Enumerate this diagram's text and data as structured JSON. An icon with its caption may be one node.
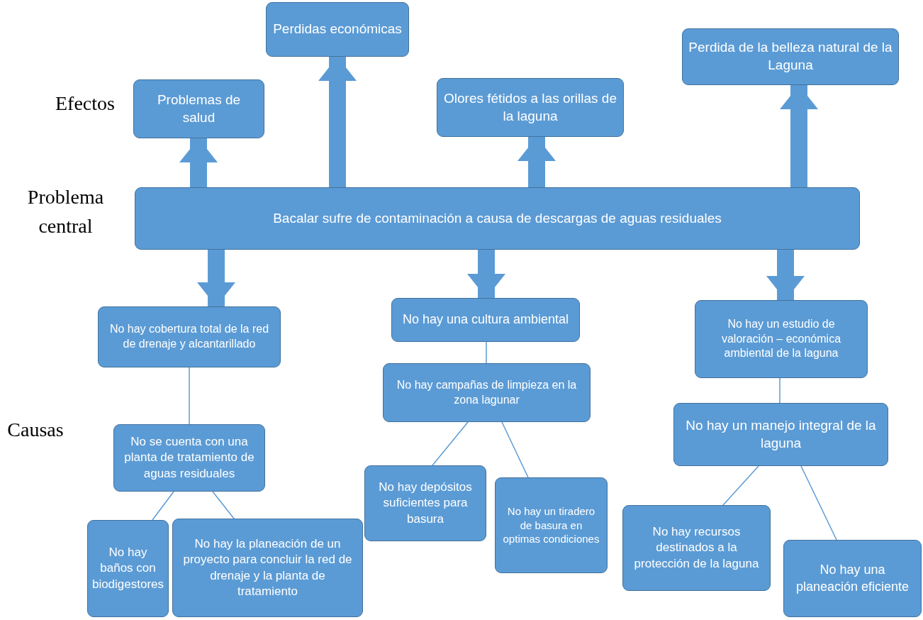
{
  "diagram": {
    "nodes": [
      {
        "text": [
          "Perdidas económicas"
        ]
      },
      {
        "text": [
          "Problemas de salud"
        ]
      },
      {
        "text": [
          "Olores fétidos a las orillas de la laguna"
        ]
      },
      {
        "text": [
          "Perdida de la belleza natural de la Laguna"
        ]
      },
      {
        "text": [
          "Bacalar sufre de contaminación a causa de descargas de aguas residuales"
        ]
      },
      {
        "text": [
          "No hay cobertura total de la red de drenaje y alcantarillado"
        ]
      },
      {
        "text": [
          "No hay una cultura ambiental"
        ]
      },
      {
        "text": [
          "No hay un estudio de valoración – económica ambiental de la laguna"
        ]
      },
      {
        "text": [
          "No se cuenta con una planta de tratamiento de aguas residuales"
        ]
      },
      {
        "text": [
          "No hay campañas de limpieza en la zona lagunar"
        ]
      },
      {
        "text": [
          "No hay un manejo integral de la laguna"
        ]
      },
      {
        "text": [
          "No hay baños con biodigestores"
        ]
      },
      {
        "text": [
          "No hay la planeación de un proyecto para concluir la red de drenaje y la planta de tratamiento"
        ]
      },
      {
        "text": [
          "No hay depósitos suficientes para basura"
        ]
      },
      {
        "text": [
          "No hay un tiradero de basura en optimas condiciones"
        ]
      },
      {
        "text": [
          "No hay recursos destinados a la protección de la laguna"
        ]
      },
      {
        "text": [
          "No hay una planeación eficiente"
        ]
      }
    ],
    "edges": [
      {
        "from": 4,
        "to": 1,
        "arrow": "to",
        "style": "thick"
      },
      {
        "from": 4,
        "to": 0,
        "arrow": "to",
        "style": "thick"
      },
      {
        "from": 4,
        "to": 2,
        "arrow": "to",
        "style": "thick"
      },
      {
        "from": 4,
        "to": 3,
        "arrow": "to",
        "style": "thick"
      },
      {
        "from": 4,
        "to": 5,
        "arrow": "to",
        "style": "thick"
      },
      {
        "from": 4,
        "to": 6,
        "arrow": "to",
        "style": "thick"
      },
      {
        "from": 4,
        "to": 7,
        "arrow": "to",
        "style": "thick"
      },
      {
        "from": 5,
        "to": 8,
        "arrow": "none"
      },
      {
        "from": 8,
        "to": 11,
        "arrow": "none"
      },
      {
        "from": 8,
        "to": 12,
        "arrow": "none"
      },
      {
        "from": 6,
        "to": 9,
        "arrow": "none"
      },
      {
        "from": 9,
        "to": 13,
        "arrow": "none"
      },
      {
        "from": 9,
        "to": 14,
        "arrow": "none"
      },
      {
        "from": 7,
        "to": 10,
        "arrow": "none"
      },
      {
        "from": 10,
        "to": 15,
        "arrow": "none"
      },
      {
        "from": 10,
        "to": 16,
        "arrow": "none"
      }
    ],
    "labels": [
      "Efectos",
      "Problema central",
      "Causas"
    ]
  }
}
